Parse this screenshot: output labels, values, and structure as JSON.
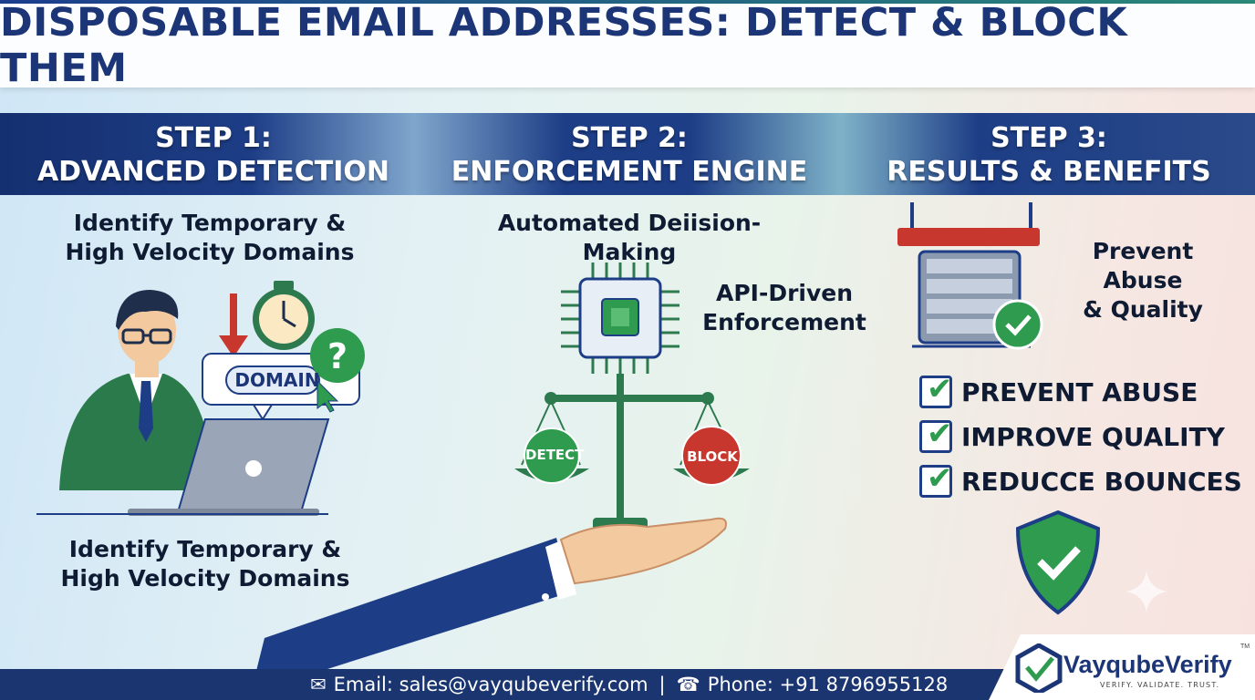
{
  "title": "DISPOSABLE EMAIL ADDRESSES: DETECT & BLOCK THEM",
  "steps": [
    {
      "line1": "STEP 1:",
      "line2": "ADVANCED DETECTION"
    },
    {
      "line1": "STEP 2:",
      "line2": "ENFORCEMENT ENGINE"
    },
    {
      "line1": "STEP 3:",
      "line2": "RESULTS & BENEFITS"
    }
  ],
  "step1": {
    "top_line1": "Identify Temporary &",
    "top_line2": "High Velocity Domains",
    "domain_badge": "DOMAIN",
    "bottom_line1": "Identify Temporary &",
    "bottom_line2": "High Velocity Domains"
  },
  "step2": {
    "heading": "Automated Deiision-Making",
    "api_line1": "API-Driven",
    "api_line2": "Enforcement",
    "detect_label": "DETECT",
    "block_label": "BLOCK"
  },
  "step3": {
    "heading_line1": "Prevent Abuse",
    "heading_line2": "& Quality",
    "checklist": [
      "PREVENT ABUSE",
      "IMPROVE QUALITY",
      "REDUCCE BOUNCES"
    ]
  },
  "footer": {
    "email": "Email: sales@vayqubeverify.com",
    "separator": "|",
    "phone": "Phone: +91 8796955128"
  },
  "logo": {
    "name": "VayqubeVerify",
    "tagline": "VERIFY. VALIDATE. TRUST.",
    "tm": "TM"
  },
  "colors": {
    "navy": "#1b3576",
    "green": "#2e9b4f",
    "red": "#c8372d"
  },
  "icons": [
    "envelope-icon",
    "phone-icon",
    "stopwatch-icon",
    "question-icon",
    "cursor-icon",
    "chip-icon",
    "scale-icon",
    "hand-icon",
    "server-icon",
    "shield-check-icon",
    "check-icon"
  ]
}
